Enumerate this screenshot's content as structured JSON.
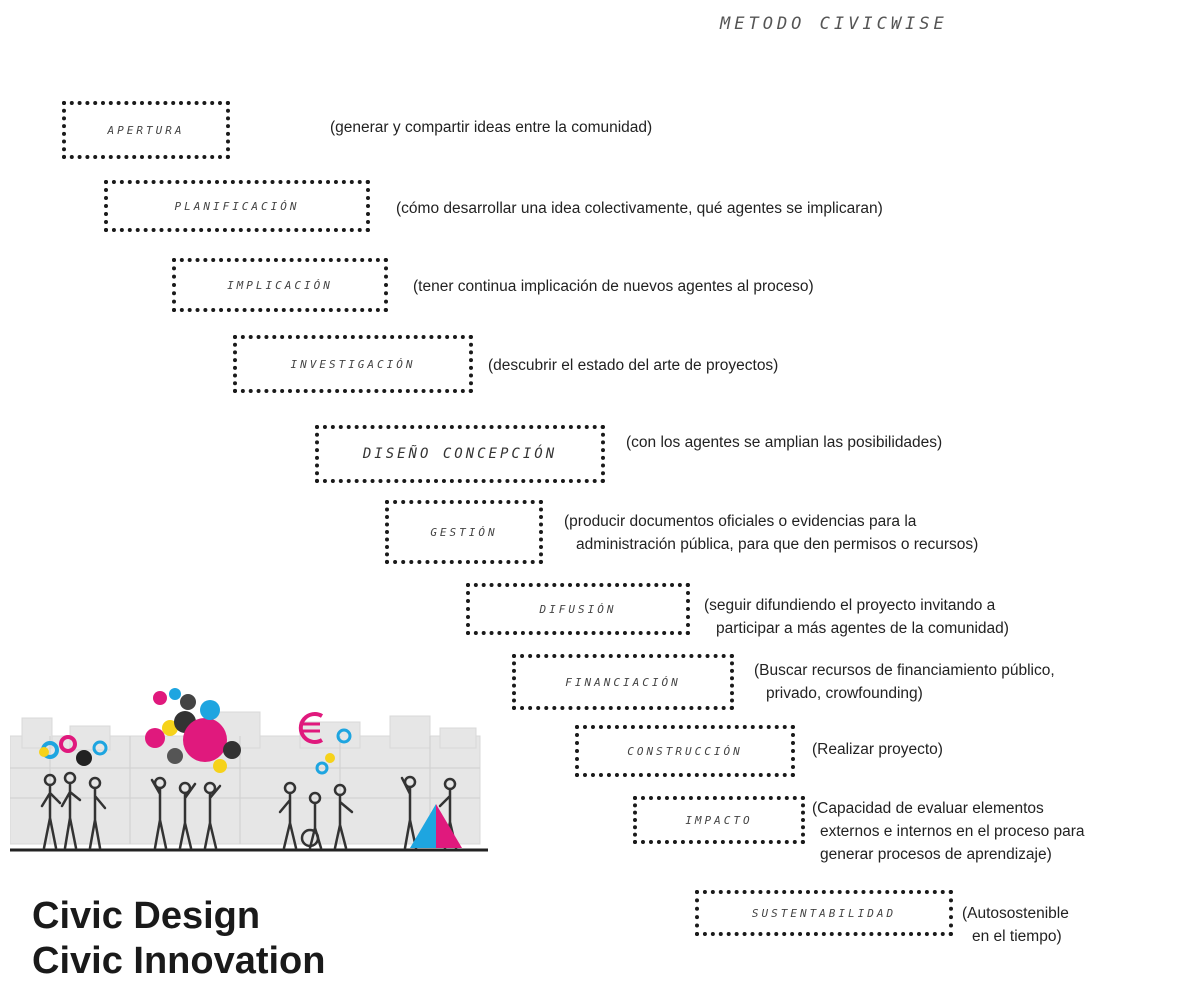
{
  "title": "METODO CIVICWISE",
  "steps": [
    {
      "label": "APERTURA",
      "desc": [
        "(generar y compartir ideas entre la comunidad)"
      ]
    },
    {
      "label": "PLANIFICACIÓN",
      "desc": [
        "(cómo desarrollar una idea colectivamente, qué agentes se implicaran)"
      ]
    },
    {
      "label": "IMPLICACIÓN",
      "desc": [
        "(tener continua implicación de nuevos agentes  al proceso)"
      ]
    },
    {
      "label": "INVESTIGACIÓN",
      "desc": [
        "(descubrir el estado del arte de proyectos)"
      ]
    },
    {
      "label": "DISEÑO CONCEPCIÓN",
      "desc": [
        "(con los agentes se amplian las posibilidades)"
      ]
    },
    {
      "label": "GESTIÓN",
      "desc": [
        "(producir documentos oficiales o evidencias para la",
        "administración pública, para que den permisos o recursos)"
      ]
    },
    {
      "label": "DIFUSIÓN",
      "desc": [
        "(seguir difundiendo el proyecto invitando a",
        "participar a más agentes de la comunidad)"
      ]
    },
    {
      "label": "FINANCIACIÓN",
      "desc": [
        "(Buscar recursos de financiamiento público,",
        "privado, crowfounding)"
      ]
    },
    {
      "label": "CONSTRUCCIÓN",
      "desc": [
        "(Realizar proyecto)"
      ]
    },
    {
      "label": "IMPACTO",
      "desc": [
        "(Capacidad de evaluar elementos",
        "externos e internos en el proceso para",
        "generar procesos de aprendizaje)"
      ]
    },
    {
      "label": "SUSTENTABILIDAD",
      "desc": [
        "(Autosostenible",
        "en el tiempo)"
      ]
    }
  ],
  "brand": {
    "line1": "Civic Design",
    "line2": "Civic Innovation"
  },
  "colors": {
    "magenta": "#e0197d",
    "cyan": "#1ea5e0",
    "yellow": "#f6d21a",
    "dark": "#333333"
  }
}
